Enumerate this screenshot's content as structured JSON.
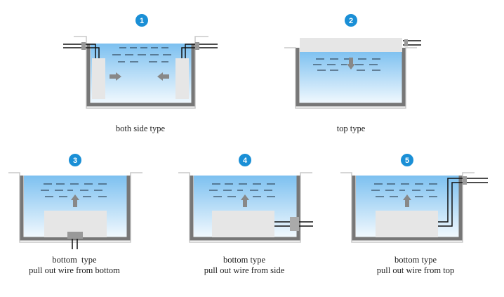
{
  "colors": {
    "badge": "#1a8fd6",
    "tank_wall": "#777777",
    "tank_rim": "#c8c8c8",
    "water_top": "#7cc0f0",
    "water_bottom": "#f2f9fe",
    "plate": "#e6e6e6",
    "arrow": "#888888",
    "ripple": "#1d2b3a",
    "wire": "#111111"
  },
  "diagrams": [
    {
      "number": "1",
      "caption_lines": [
        "both side type"
      ],
      "icon": "up-arrow-icon"
    },
    {
      "number": "2",
      "caption_lines": [
        "top type"
      ],
      "icon": "down-arrow-icon"
    },
    {
      "number": "3",
      "caption_lines": [
        "bottom  type",
        "pull out wire from bottom"
      ],
      "icon": "up-arrow-icon"
    },
    {
      "number": "4",
      "caption_lines": [
        "bottom type",
        "pull out wire from side"
      ],
      "icon": "up-arrow-icon"
    },
    {
      "number": "5",
      "caption_lines": [
        "bottom type",
        "pull out wire from top"
      ],
      "icon": "up-arrow-icon"
    }
  ]
}
